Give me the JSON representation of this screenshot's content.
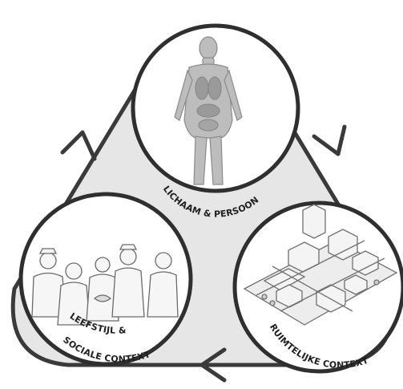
{
  "diagram": {
    "nodes": [
      {
        "id": "body",
        "label": "LICHAAM & PERSOON"
      },
      {
        "id": "spatial",
        "label": "RUIMTELIJKE CONTEXT"
      },
      {
        "id": "social",
        "label_line1": "LEEFSTIJL &",
        "label_line2": "SOCIALE CONTEXT"
      }
    ],
    "cycle_direction": "clockwise",
    "colors": {
      "background_fill": "#e6e6e6",
      "outline": "#3a3a3a",
      "circle_fill": "#ffffff",
      "illustration": "#666666",
      "text": "#1f1f1f"
    }
  }
}
